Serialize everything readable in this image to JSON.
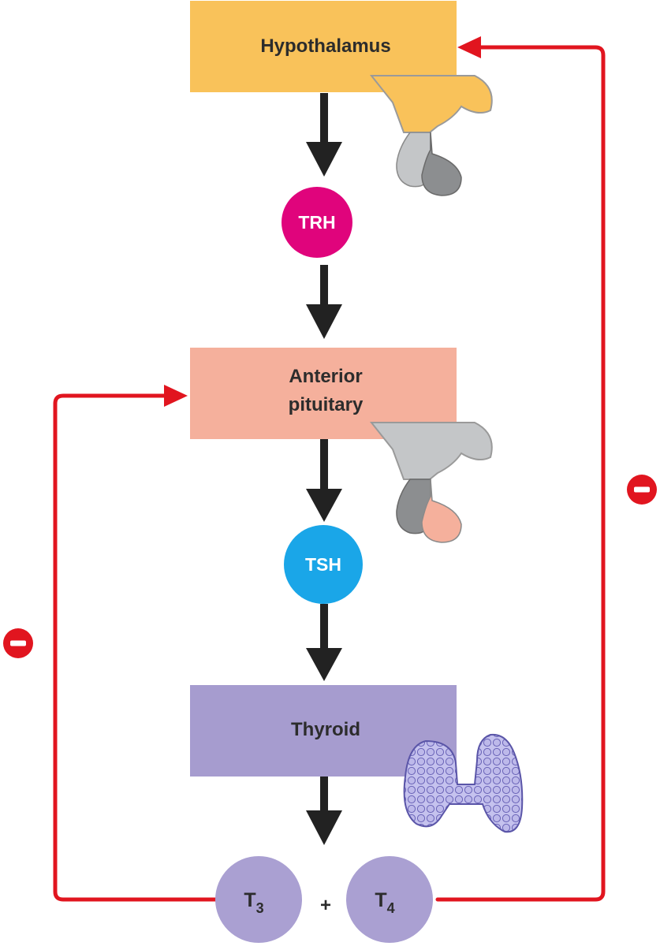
{
  "boxes": {
    "hypothalamus": "Hypothalamus",
    "anterior_pituitary_line1": "Anterior",
    "anterior_pituitary_line2": "pituitary",
    "thyroid": "Thyroid"
  },
  "hormones": {
    "trh": "TRH",
    "tsh": "TSH",
    "t3_letter": "T",
    "t3_sub": "3",
    "t4_letter": "T",
    "t4_sub": "4",
    "plus": "+"
  },
  "colors": {
    "hypothalamus_box": "#f9c25a",
    "pituitary_box": "#f5b09c",
    "thyroid_box": "#a69ccf",
    "trh_circle": "#e0047c",
    "tsh_circle": "#1aa6e8",
    "t_circle": "#aaa0d2",
    "feedback_red": "#e1151f",
    "arrow_dark": "#222222"
  },
  "icons": {
    "hypothalamus_gland": "hypothalamus-pituitary-icon",
    "pituitary_gland": "anterior-pituitary-icon",
    "thyroid_gland": "thyroid-gland-icon",
    "inhibition": "minus-icon"
  }
}
